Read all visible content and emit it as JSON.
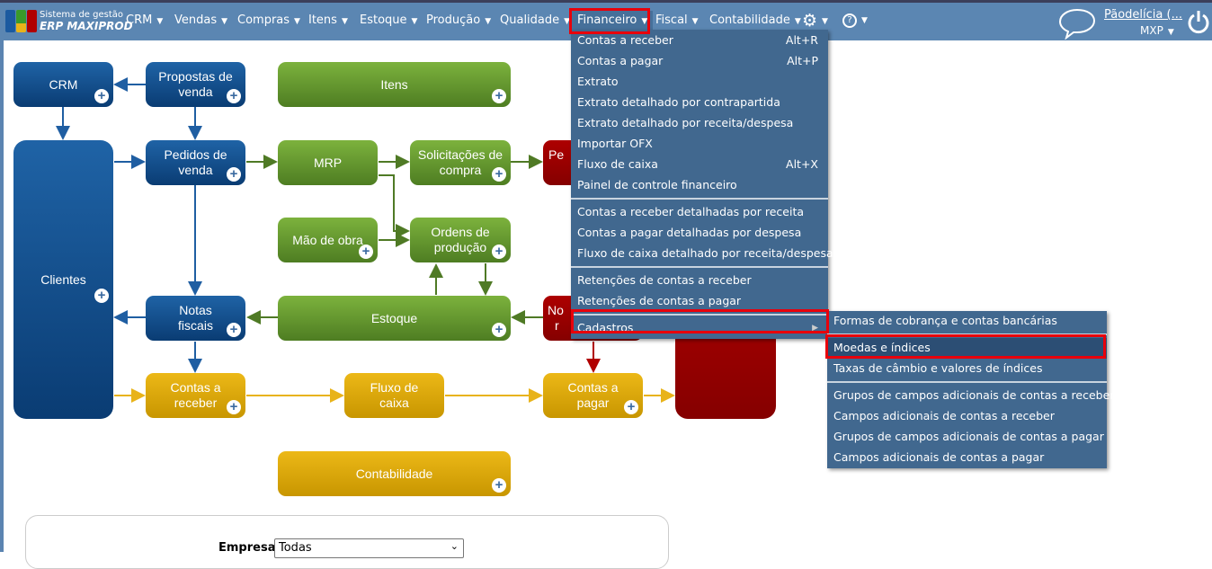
{
  "app": {
    "logo_line1": "Sistema de gestão",
    "logo_line2": "ERP MAXIPROD"
  },
  "nav": {
    "items": [
      "CRM",
      "Vendas",
      "Compras",
      "Itens",
      "Estoque",
      "Produção",
      "Qualidade",
      "Financeiro",
      "Fiscal",
      "Contabilidade"
    ],
    "user": "Pãodelícia (...",
    "company": "MXP"
  },
  "diagram": {
    "crm": "CRM",
    "propostas": "Propostas de venda",
    "itens": "Itens",
    "clientes": "Clientes",
    "pedidos": "Pedidos de venda",
    "mrp": "MRP",
    "solicitacoes": "Solicitações de compra",
    "pe": "Pe",
    "mao": "Mão de obra",
    "ordens": "Ordens de produção",
    "notas": "Notas fiscais",
    "estoque": "Estoque",
    "no": "No",
    "no2": "r",
    "receber": "Contas a receber",
    "fluxo": "Fluxo de caixa",
    "pagar": "Contas a pagar",
    "contabilidade": "Contabilidade"
  },
  "menu": {
    "items": [
      {
        "label": "Contas a receber",
        "shortcut": "Alt+R"
      },
      {
        "label": "Contas a pagar",
        "shortcut": "Alt+P"
      },
      {
        "label": "Extrato"
      },
      {
        "label": "Extrato detalhado por contrapartida"
      },
      {
        "label": "Extrato detalhado por receita/despesa"
      },
      {
        "label": "Importar OFX"
      },
      {
        "label": "Fluxo de caixa",
        "shortcut": "Alt+X"
      },
      {
        "label": "Painel de controle financeiro"
      },
      {
        "label": "Contas a receber detalhadas por receita"
      },
      {
        "label": "Contas a pagar detalhadas por despesa"
      },
      {
        "label": "Fluxo de caixa detalhado por receita/despesa"
      },
      {
        "label": "Retenções de contas a receber"
      },
      {
        "label": "Retenções de contas a pagar"
      },
      {
        "label": "Cadastros"
      }
    ]
  },
  "submenu": {
    "items": [
      "Formas de cobrança e contas bancárias",
      "Moedas e índices",
      "Taxas de câmbio e valores de índices",
      "Grupos de campos adicionais de contas a receber",
      "Campos adicionais de contas a receber",
      "Grupos de campos adicionais de contas a pagar",
      "Campos adicionais de contas a pagar"
    ]
  },
  "filter": {
    "label": "Empresa",
    "value": "Todas"
  }
}
